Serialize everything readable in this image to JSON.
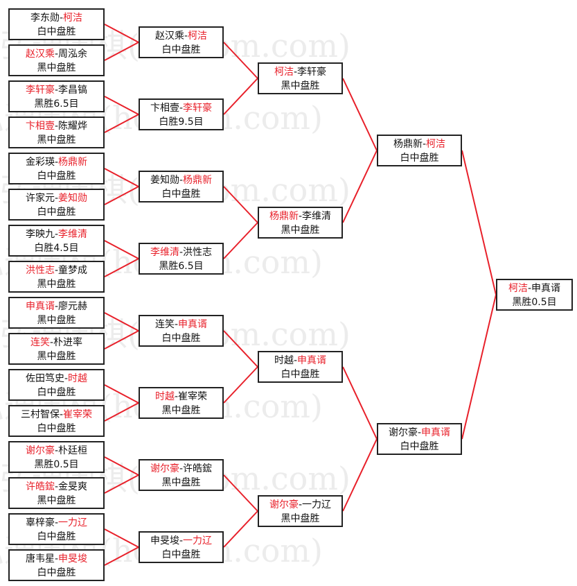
{
  "watermark": "弘通围棋(hoetom.com)",
  "colors": {
    "winner": "#e8202a",
    "line": "#e8202a",
    "border": "#222222"
  },
  "rounds": [
    [
      {
        "players": [
          "李东勋",
          "柯洁"
        ],
        "winner": 1,
        "result": "白中盘胜"
      },
      {
        "players": [
          "赵汉乘",
          "周泓余"
        ],
        "winner": 0,
        "result": "黑中盘胜"
      },
      {
        "players": [
          "李轩豪",
          "李昌镐"
        ],
        "winner": 0,
        "result": "黑胜6.5目"
      },
      {
        "players": [
          "卞相壹",
          "陈耀烨"
        ],
        "winner": 0,
        "result": "黑中盘胜"
      },
      {
        "players": [
          "金彩瑛",
          "杨鼎新"
        ],
        "winner": 1,
        "result": "白中盘胜"
      },
      {
        "players": [
          "许家元",
          "姜知勋"
        ],
        "winner": 1,
        "result": "白中盘胜"
      },
      {
        "players": [
          "李映九",
          "李维清"
        ],
        "winner": 1,
        "result": "白胜4.5目"
      },
      {
        "players": [
          "洪性志",
          "童梦成"
        ],
        "winner": 0,
        "result": "黑中盘胜"
      },
      {
        "players": [
          "申真谞",
          "廖元赫"
        ],
        "winner": 0,
        "result": "黑中盘胜"
      },
      {
        "players": [
          "连笑",
          "朴进率"
        ],
        "winner": 0,
        "result": "黑中盘胜"
      },
      {
        "players": [
          "佐田笃史",
          "时越"
        ],
        "winner": 1,
        "result": "白中盘胜"
      },
      {
        "players": [
          "三村智保",
          "崔宰荣"
        ],
        "winner": 1,
        "result": "白中盘胜"
      },
      {
        "players": [
          "谢尔豪",
          "朴廷桓"
        ],
        "winner": 0,
        "result": "黑胜0.5目"
      },
      {
        "players": [
          "许皓鋐",
          "金旻爽"
        ],
        "winner": 0,
        "result": "黑中盘胜"
      },
      {
        "players": [
          "辜梓豪",
          "一力辽"
        ],
        "winner": 1,
        "result": "白中盘胜"
      },
      {
        "players": [
          "唐韦星",
          "申旻埈"
        ],
        "winner": 1,
        "result": "白中盘胜"
      }
    ],
    [
      {
        "players": [
          "赵汉乘",
          "柯洁"
        ],
        "winner": 1,
        "result": "白中盘胜"
      },
      {
        "players": [
          "卞相壹",
          "李轩豪"
        ],
        "winner": 1,
        "result": "白胜9.5目"
      },
      {
        "players": [
          "姜知勋",
          "杨鼎新"
        ],
        "winner": 1,
        "result": "白中盘胜"
      },
      {
        "players": [
          "李维清",
          "洪性志"
        ],
        "winner": 0,
        "result": "黑胜6.5目"
      },
      {
        "players": [
          "连笑",
          "申真谞"
        ],
        "winner": 1,
        "result": "白中盘胜"
      },
      {
        "players": [
          "时越",
          "崔宰荣"
        ],
        "winner": 0,
        "result": "黑中盘胜"
      },
      {
        "players": [
          "谢尔豪",
          "许皓鋐"
        ],
        "winner": 0,
        "result": "黑中盘胜"
      },
      {
        "players": [
          "申旻埈",
          "一力辽"
        ],
        "winner": 1,
        "result": "白中盘胜"
      }
    ],
    [
      {
        "players": [
          "柯洁",
          "李轩豪"
        ],
        "winner": 0,
        "result": "黑中盘胜"
      },
      {
        "players": [
          "杨鼎新",
          "李维清"
        ],
        "winner": 0,
        "result": "黑中盘胜"
      },
      {
        "players": [
          "时越",
          "申真谞"
        ],
        "winner": 1,
        "result": "白中盘胜"
      },
      {
        "players": [
          "谢尔豪",
          "一力辽"
        ],
        "winner": 0,
        "result": "黑中盘胜"
      }
    ],
    [
      {
        "players": [
          "杨鼎新",
          "柯洁"
        ],
        "winner": 1,
        "result": "白中盘胜"
      },
      {
        "players": [
          "谢尔豪",
          "申真谞"
        ],
        "winner": 1,
        "result": "白中盘胜"
      }
    ],
    [
      {
        "players": [
          "柯洁",
          "申真谞"
        ],
        "winner": 0,
        "result": "黑胜0.5目"
      }
    ]
  ]
}
